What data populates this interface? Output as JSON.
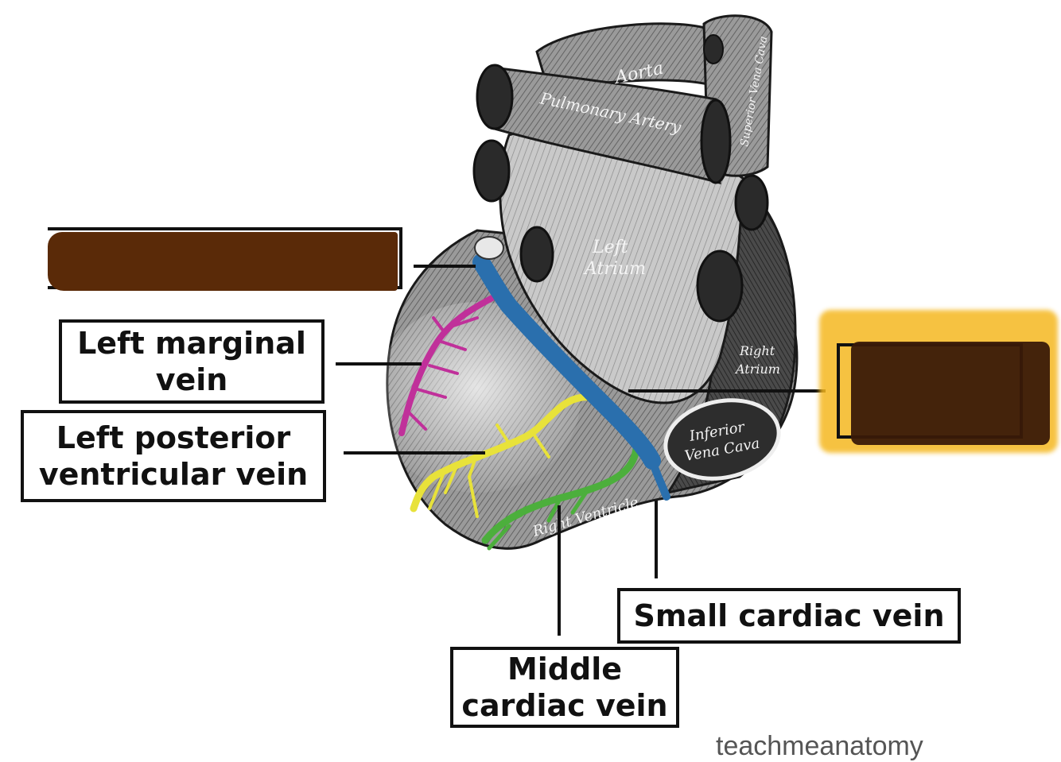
{
  "labels": {
    "left_marginal_vein": [
      "Left marginal",
      "vein"
    ],
    "left_posterior_ventricular_vein": [
      "Left posterior",
      "ventricular vein"
    ],
    "small_cardiac_vein": [
      "Small cardiac vein"
    ],
    "middle_cardiac_vein": [
      "Middle",
      "cardiac vein"
    ]
  },
  "structures": {
    "aorta": "Aorta",
    "pulmonary_artery": "Pulmonary Artery",
    "superior_vena_cava": "Superior Vena Cava",
    "left_atrium": [
      "Left",
      "Atrium"
    ],
    "right_atrium": [
      "Right",
      "Atrium"
    ],
    "inferior_vena_cava": [
      "Inferior",
      "Vena Cava"
    ],
    "right_ventricle": "Right Ventricle"
  },
  "watermark": "teachmeanatomy",
  "colors": {
    "coronary_sinus": "#2a6fad",
    "left_marginal_vein": "#c0309a",
    "left_posterior_ventricular_vein": "#e8e23a",
    "middle_cardiac_vein": "#4caf3c",
    "redaction_left": "#5a2a08",
    "redaction_right_dark": "#3a1a08",
    "redaction_right_light": "#f5b820"
  }
}
